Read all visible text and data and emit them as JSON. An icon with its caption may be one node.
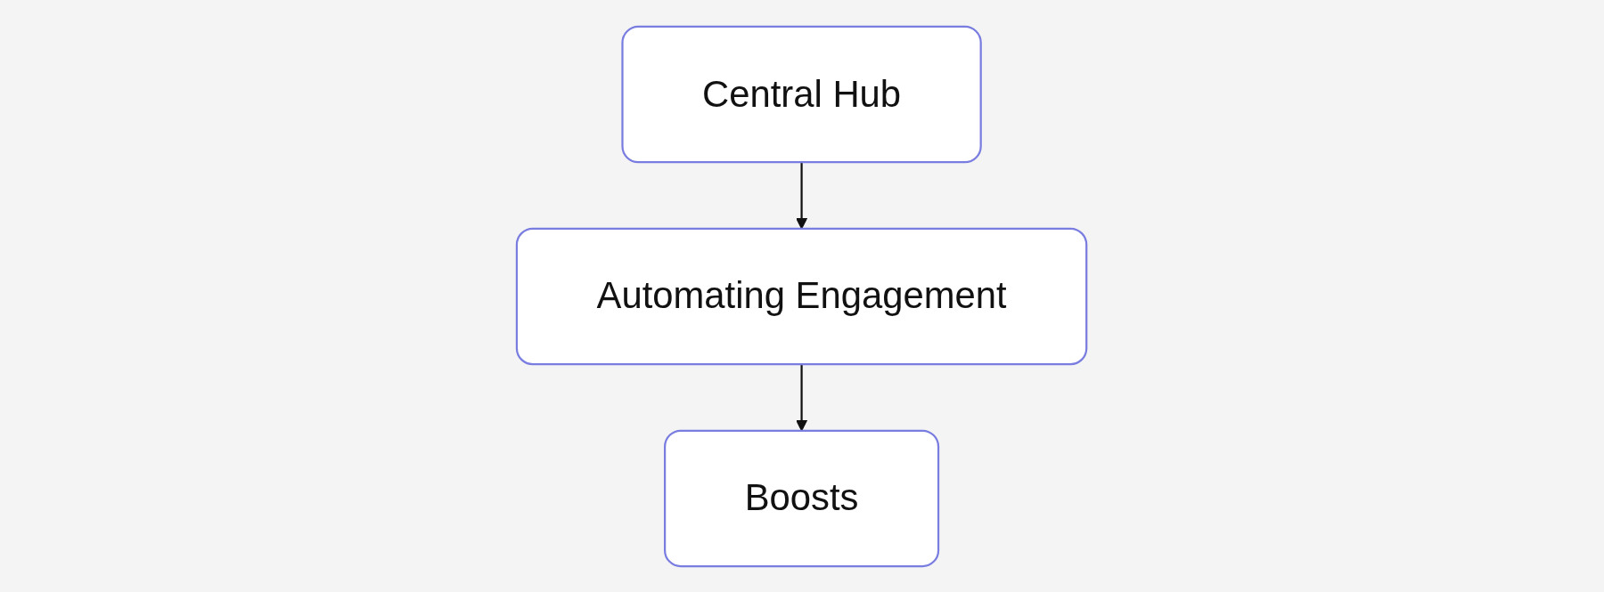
{
  "diagram": {
    "nodes": [
      {
        "text": [
          "Central Hub"
        ]
      },
      {
        "text": [
          "Automating Engagement"
        ]
      },
      {
        "text": [
          "Boosts"
        ]
      }
    ],
    "edges": [
      {
        "from": 0,
        "to": 1,
        "arrow": "to"
      },
      {
        "from": 1,
        "to": 2,
        "arrow": "to"
      }
    ]
  }
}
